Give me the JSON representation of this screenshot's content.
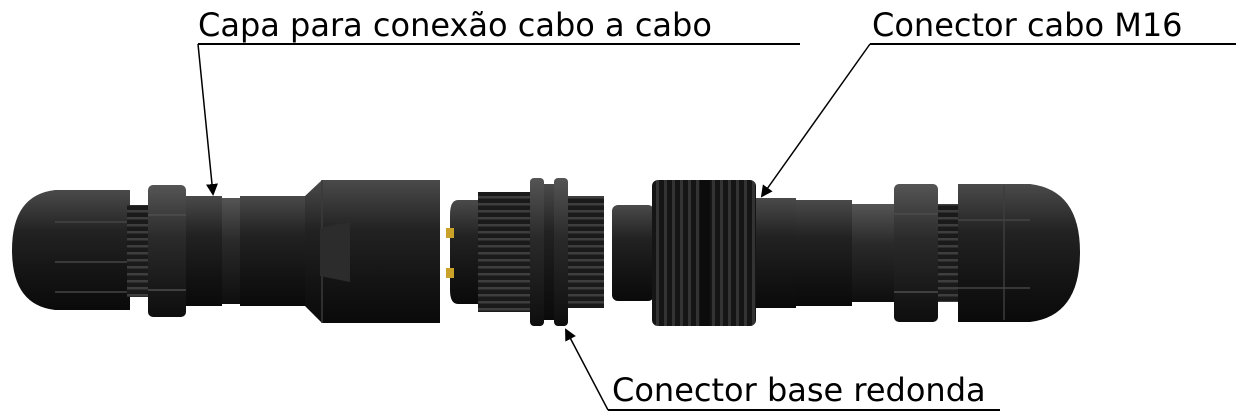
{
  "labels": {
    "cap": "Capa para conexão cabo a cabo",
    "cable_connector": "Conector cabo M16",
    "base_connector": "Conector base redonda"
  },
  "colors": {
    "background": "#ffffff",
    "body": "#1a1a1a",
    "body_light": "#3c3c3c",
    "pin": "#c9a227",
    "leader": "#000000"
  }
}
